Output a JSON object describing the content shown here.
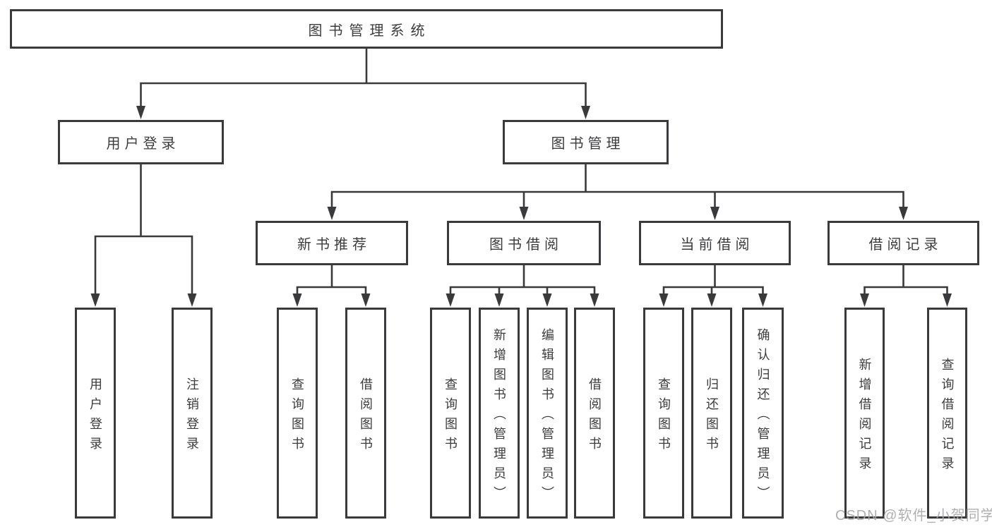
{
  "diagram": {
    "title": "图书管理系统",
    "nodes": [
      {
        "id": "root",
        "label": "图书管理系统",
        "orientation": "h",
        "level": 0
      },
      {
        "id": "user_login",
        "label": "用户登录",
        "orientation": "h",
        "level": 1
      },
      {
        "id": "book_mgmt",
        "label": "图书管理",
        "orientation": "h",
        "level": 1
      },
      {
        "id": "new_book",
        "label": "新书推荐",
        "orientation": "h",
        "level": 2
      },
      {
        "id": "book_borrow",
        "label": "图书借阅",
        "orientation": "h",
        "level": 2
      },
      {
        "id": "current_borrow",
        "label": "当前借阅",
        "orientation": "h",
        "level": 2
      },
      {
        "id": "borrow_record",
        "label": "借阅记录",
        "orientation": "h",
        "level": 2
      },
      {
        "id": "leaf_user_login",
        "label": "用户登录",
        "orientation": "v",
        "level": 3
      },
      {
        "id": "leaf_logout",
        "label": "注销登录",
        "orientation": "v",
        "level": 3
      },
      {
        "id": "leaf_nb_query",
        "label": "查询图书",
        "orientation": "v",
        "level": 3
      },
      {
        "id": "leaf_nb_borrow",
        "label": "借阅图书",
        "orientation": "v",
        "level": 3
      },
      {
        "id": "leaf_bb_query",
        "label": "查询图书",
        "orientation": "v",
        "level": 3
      },
      {
        "id": "leaf_bb_add",
        "label": "新增图书（管理员）",
        "orientation": "v",
        "level": 3
      },
      {
        "id": "leaf_bb_edit",
        "label": "编辑图书（管理员）",
        "orientation": "v",
        "level": 3
      },
      {
        "id": "leaf_bb_borrow",
        "label": "借阅图书",
        "orientation": "v",
        "level": 3
      },
      {
        "id": "leaf_cb_query",
        "label": "查询图书",
        "orientation": "v",
        "level": 3
      },
      {
        "id": "leaf_cb_return",
        "label": "归还图书",
        "orientation": "v",
        "level": 3
      },
      {
        "id": "leaf_cb_confirm",
        "label": "确认归还（管理员）",
        "orientation": "v",
        "level": 3
      },
      {
        "id": "leaf_br_add",
        "label": "新增借阅记录",
        "orientation": "v",
        "level": 3
      },
      {
        "id": "leaf_br_query",
        "label": "查询借阅记录",
        "orientation": "v",
        "level": 3
      }
    ],
    "edges": [
      {
        "from": "root",
        "to": "user_login"
      },
      {
        "from": "root",
        "to": "book_mgmt"
      },
      {
        "from": "user_login",
        "to": "leaf_user_login"
      },
      {
        "from": "user_login",
        "to": "leaf_logout"
      },
      {
        "from": "book_mgmt",
        "to": "new_book"
      },
      {
        "from": "book_mgmt",
        "to": "book_borrow"
      },
      {
        "from": "book_mgmt",
        "to": "current_borrow"
      },
      {
        "from": "book_mgmt",
        "to": "borrow_record"
      },
      {
        "from": "new_book",
        "to": "leaf_nb_query"
      },
      {
        "from": "new_book",
        "to": "leaf_nb_borrow"
      },
      {
        "from": "book_borrow",
        "to": "leaf_bb_query"
      },
      {
        "from": "book_borrow",
        "to": "leaf_bb_add"
      },
      {
        "from": "book_borrow",
        "to": "leaf_bb_edit"
      },
      {
        "from": "book_borrow",
        "to": "leaf_bb_borrow"
      },
      {
        "from": "current_borrow",
        "to": "leaf_cb_query"
      },
      {
        "from": "current_borrow",
        "to": "leaf_cb_return"
      },
      {
        "from": "current_borrow",
        "to": "leaf_cb_confirm"
      },
      {
        "from": "borrow_record",
        "to": "leaf_br_add"
      },
      {
        "from": "borrow_record",
        "to": "leaf_br_query"
      }
    ]
  },
  "watermark": {
    "text": "CSDN @软件_小贺同学"
  },
  "colors": {
    "line": "#3a3a3c",
    "text": "#3c3c3e",
    "box_fill": "#ffffff",
    "watermark": "#a8a6a6",
    "background": "#ffffff"
  }
}
